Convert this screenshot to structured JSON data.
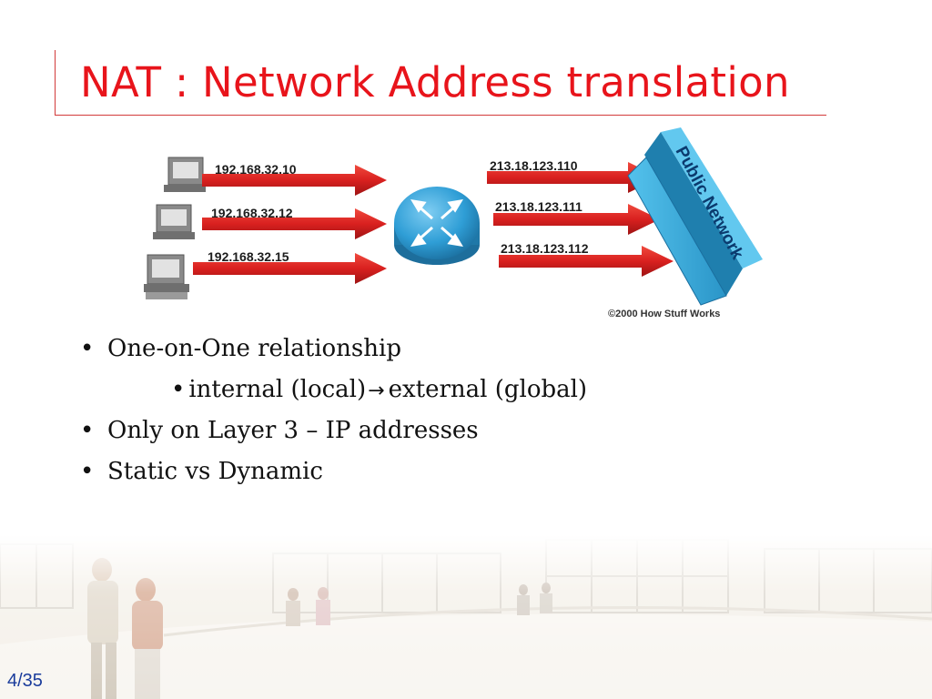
{
  "slide": {
    "title": "NAT : Network Address translation",
    "diagram": {
      "internal_ips": [
        "192.168.32.10",
        "192.168.32.12",
        "192.168.32.15"
      ],
      "external_ips": [
        "213.18.123.110",
        "213.18.123.111",
        "213.18.123.112"
      ],
      "public_network_label": "Public Network",
      "credit": "©2000 How Stuff Works",
      "icons": {
        "computer": "computer-icon",
        "router": "router-icon",
        "arrow": "red-arrow"
      },
      "colors": {
        "arrow": "#d9201f",
        "router": "#2f9ed6",
        "network_box": "#3aaee0"
      }
    },
    "bullets": [
      {
        "level": 1,
        "text": "One-on-One relationship"
      },
      {
        "level": 2,
        "text_before": "internal (local)",
        "arrow": "→",
        "text_after": "external (global)"
      },
      {
        "level": 1,
        "text": "Only on Layer 3 – IP addresses"
      },
      {
        "level": 1,
        "text": "Static vs Dynamic"
      }
    ],
    "bullet_symbol": "•",
    "page_number": "4/35",
    "colors": {
      "title": "#e8141b",
      "page_number": "#1a3c9c"
    }
  }
}
